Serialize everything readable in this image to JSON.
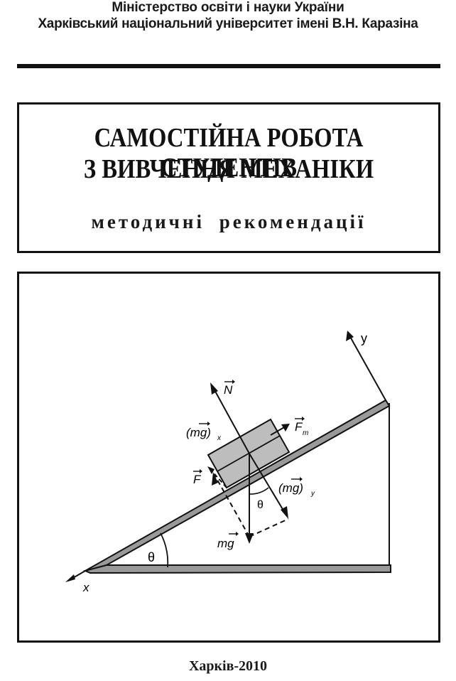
{
  "header": {
    "ministry": "Міністерство освіти і науки України",
    "university": "Харківський національний університет імені В.Н. Каразіна"
  },
  "title": {
    "line1": "САМОСТІЙНА РОБОТА СТУДЕНТІВ",
    "line2": "З ВИВЧЕННЯ МЕХАНІКИ",
    "subtitle": "методичні рекомендації"
  },
  "figure": {
    "labels": {
      "y_axis": "y",
      "x_axis": "x",
      "normal": "N",
      "friction_m": "F",
      "friction_m_sub": "m",
      "friction": "F",
      "mg_x": "(mg)",
      "mg_x_sub": "x",
      "mg_y": "(mg)",
      "mg_y_sub": "y",
      "gravity": "mg",
      "angle_incline": "θ",
      "angle_block": "θ"
    }
  },
  "footer": {
    "city_year": "Харків-2010"
  }
}
